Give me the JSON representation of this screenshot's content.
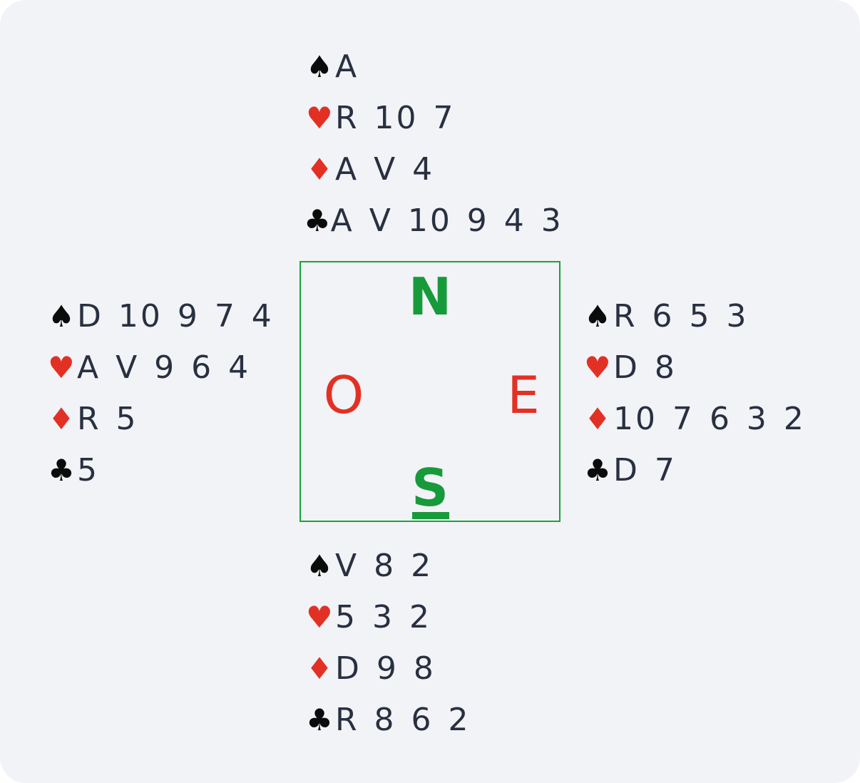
{
  "suits": {
    "spades": "♠",
    "hearts": "♥",
    "diamonds": "♦",
    "clubs": "♣"
  },
  "colors": {
    "black_suit": "#0b0b0b",
    "red_suit": "#e23124",
    "compass_green": "#17a33d",
    "card_text": "#283040",
    "background": "#f2f3f7"
  },
  "compass": {
    "north": "N",
    "south": "S",
    "west": "O",
    "east": "E",
    "dealer": "S"
  },
  "hands": {
    "north": {
      "spades": "A",
      "hearts": "R 10 7",
      "diamonds": "A V 4",
      "clubs": "A V 10 9 4 3"
    },
    "west": {
      "spades": "D 10 9 7 4",
      "hearts": "A V 9 6 4",
      "diamonds": "R 5",
      "clubs": "5"
    },
    "east": {
      "spades": "R 6 5 3",
      "hearts": "D 8",
      "diamonds": "10 7 6 3 2",
      "clubs": "D 7"
    },
    "south": {
      "spades": "V 8 2",
      "hearts": "5 3 2",
      "diamonds": "D 9 8",
      "clubs": "R 8 6 2"
    }
  }
}
